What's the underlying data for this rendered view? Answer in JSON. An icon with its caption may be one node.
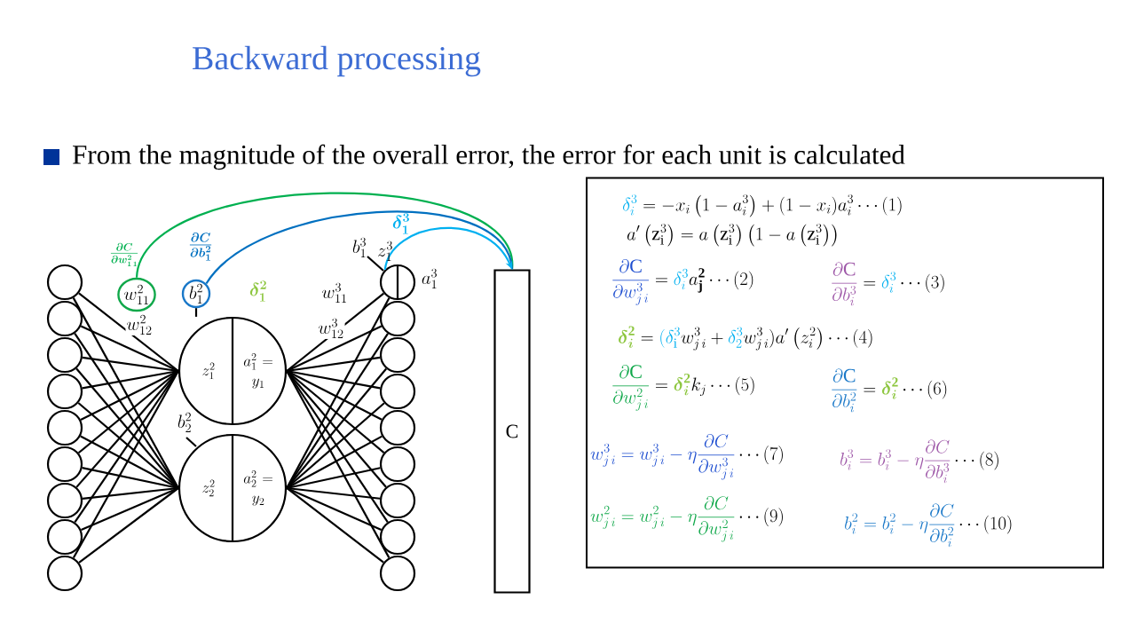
{
  "diagram": {
    "title": "Backward processing",
    "nodes": [
      {
        "text": [],
        "shape": "circle"
      },
      {
        "text": [],
        "shape": "circle"
      },
      {
        "text": [],
        "shape": "circle"
      },
      {
        "text": [],
        "shape": "circle"
      },
      {
        "text": [],
        "shape": "circle"
      },
      {
        "text": [],
        "shape": "circle"
      },
      {
        "text": [],
        "shape": "circle"
      },
      {
        "text": [],
        "shape": "circle"
      },
      {
        "text": [],
        "shape": "circle"
      },
      {
        "text": [
          "w_{11}^2"
        ]
      },
      {
        "text": [
          "b_1^2"
        ]
      },
      {
        "text": [
          "z_1^2",
          "a_1^2 = y_1"
        ]
      },
      {
        "text": [
          "z_2^2",
          "a_2^2 = y_2"
        ]
      },
      {
        "text": [],
        "shape": "circle",
        "beside": [
          "a_1^3"
        ]
      },
      {
        "text": [],
        "shape": "circle"
      },
      {
        "text": [],
        "shape": "circle"
      },
      {
        "text": [],
        "shape": "circle"
      },
      {
        "text": [],
        "shape": "circle"
      },
      {
        "text": [],
        "shape": "circle"
      },
      {
        "text": [],
        "shape": "circle"
      },
      {
        "text": [],
        "shape": "circle"
      },
      {
        "text": [],
        "shape": "circle"
      },
      {
        "text": [
          "C"
        ]
      },
      {
        "text": [
          "\\textcolor{eqcyan}{\\delta_i^3} = -x_i\\left(1-a_i^3\\right) + (1-x_i)a_i^3 \\cdots (1)",
          "a'\\left(\\mathrm{z}_\\mathrm{i}^3\\right) = a\\left(\\mathrm{z}_\\mathrm{i}^3\\right)\\left(1-a\\left(\\mathrm{z}_\\mathrm{i}^3\\right)\\right)",
          "\\textcolor{eqblue}{\\frac{\\partial \\mathrm{C}}{\\partial w_{j\\,i}^3}} = \\textcolor{eqcyan}{\\delta_i^3} a_{\\mathbf{j}}^{\\mathbf{2}} \\cdots (2)",
          "\\textcolor{eqpurple}{\\frac{\\partial \\mathrm{C}}{\\partial b_i^3}} = \\textcolor{eqcyan}{\\delta_i^3} \\cdots (3)",
          "\\textcolor{eqlime}{\\boldsymbol{\\delta}_{\\boldsymbol{i}}^{\\mathbf{2}}} = \\textcolor{eqcyan}{(\\delta_\\mathrm{i}^3} w_{j\\,i}^3 + \\textcolor{eqcyan}{\\delta_2^3} w_{j\\,i}^3) a'\\left(z_i^2\\right) \\cdots (4)",
          "\\textcolor{eqgreen}{\\frac{\\partial \\mathrm{C}}{\\partial w_{j\\,i}^2}} = \\textcolor{eqlime}{\\boldsymbol{\\delta}_{\\boldsymbol{i}}^{\\mathbf{2}}} k_j \\cdots (5)",
          "\\textcolor{eqmid}{\\frac{\\partial \\mathrm{C}}{\\partial b_i^2}} = \\textcolor{eqlime}{\\boldsymbol{\\delta}_{\\boldsymbol{i}}^{\\mathbf{2}}} \\cdots (6)",
          "\\textcolor{eqblue}{w_{j\\,i}^3 = w_{j\\,i}^3 - \\eta \\frac{\\partial C}{\\partial w_{j\\,i}^3}} \\cdots (7)",
          "\\textcolor{eqpurple}{b_i^3 = b_i^3 - \\eta \\frac{\\partial C}{\\partial b_i^3}} \\cdots (8)",
          "\\textcolor{eqgreen}{w_{j\\,i}^2 = w_{j\\,i}^2 - \\eta \\frac{\\partial C}{\\partial w_{j\\,i}^2}} \\cdots (9)",
          "\\textcolor{eqmid}{b_i^2 = b_i^2 - \\eta \\frac{\\partial C}{\\partial b_i^2}} \\cdots (10)"
        ]
      }
    ],
    "edges": [
      {
        "from": 0,
        "to": 11,
        "arrow": "none"
      },
      {
        "from": 0,
        "to": 12,
        "arrow": "none"
      },
      {
        "from": 1,
        "to": 11,
        "arrow": "none"
      },
      {
        "from": 1,
        "to": 12,
        "arrow": "none"
      },
      {
        "from": 2,
        "to": 11,
        "arrow": "none"
      },
      {
        "from": 2,
        "to": 12,
        "arrow": "none"
      },
      {
        "from": 3,
        "to": 11,
        "arrow": "none"
      },
      {
        "from": 3,
        "to": 12,
        "arrow": "none"
      },
      {
        "from": 4,
        "to": 11,
        "arrow": "none"
      },
      {
        "from": 4,
        "to": 12,
        "arrow": "none"
      },
      {
        "from": 5,
        "to": 11,
        "arrow": "none"
      },
      {
        "from": 5,
        "to": 12,
        "arrow": "none"
      },
      {
        "from": 6,
        "to": 11,
        "arrow": "none"
      },
      {
        "from": 6,
        "to": 12,
        "arrow": "none"
      },
      {
        "from": 7,
        "to": 11,
        "arrow": "none"
      },
      {
        "from": 7,
        "to": 12,
        "arrow": "none"
      },
      {
        "from": 8,
        "to": 11,
        "arrow": "none"
      },
      {
        "from": 8,
        "to": 12,
        "arrow": "none"
      },
      {
        "from": 11,
        "to": 13,
        "arrow": "none"
      },
      {
        "from": 11,
        "to": 14,
        "arrow": "none"
      },
      {
        "from": 11,
        "to": 15,
        "arrow": "none"
      },
      {
        "from": 11,
        "to": 16,
        "arrow": "none"
      },
      {
        "from": 11,
        "to": 17,
        "arrow": "none"
      },
      {
        "from": 11,
        "to": 18,
        "arrow": "none"
      },
      {
        "from": 11,
        "to": 19,
        "arrow": "none"
      },
      {
        "from": 11,
        "to": 20,
        "arrow": "none"
      },
      {
        "from": 11,
        "to": 21,
        "arrow": "none"
      },
      {
        "from": 12,
        "to": 13,
        "arrow": "none"
      },
      {
        "from": 12,
        "to": 14,
        "arrow": "none"
      },
      {
        "from": 12,
        "to": 15,
        "arrow": "none"
      },
      {
        "from": 12,
        "to": 16,
        "arrow": "none"
      },
      {
        "from": 12,
        "to": 17,
        "arrow": "none"
      },
      {
        "from": 12,
        "to": 18,
        "arrow": "none"
      },
      {
        "from": 12,
        "to": 19,
        "arrow": "none"
      },
      {
        "from": 12,
        "to": 20,
        "arrow": "none"
      },
      {
        "from": 12,
        "to": 21,
        "arrow": "none"
      },
      {
        "from": 10,
        "to": 11,
        "arrow": "none"
      },
      {
        "from": 9,
        "to": 22,
        "arrow": "none",
        "color": "#00b050",
        "label": "\\boldsymbol{\\frac{\\partial C}{\\partial w_{1\\,1}^2}}"
      },
      {
        "from": 10,
        "to": 22,
        "arrow": "none",
        "color": "#0070c0",
        "label": "\\boldsymbol{\\frac{\\partial C}{\\partial b_1^2}}"
      },
      {
        "from": 13,
        "to": 22,
        "arrow": "to",
        "color": "#00b0f0",
        "label": "\\boldsymbol{\\delta_1^3}"
      }
    ],
    "labels": [
      "From the magnitude of the overall error, the error for each unit is calculated",
      "w_{12}^2",
      "\\textcolor{eqlime}{\\boldsymbol{\\delta_1^2}}",
      "w_{11}^3",
      "w_{12}^3",
      "b_1^3",
      "z_1^3",
      "b_2^2"
    ]
  }
}
